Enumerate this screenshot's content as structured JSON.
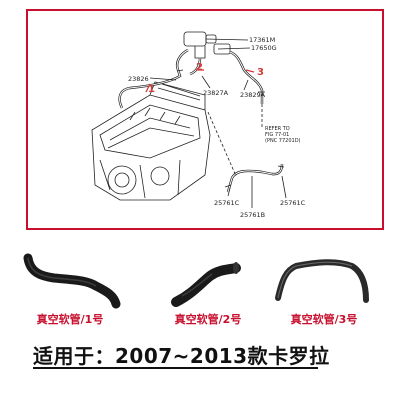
{
  "diagram": {
    "part_labels": {
      "p17361M": "17361M",
      "p17650G": "17650G",
      "p23826": "23826",
      "p23827A": "23827A",
      "p23829A": "23829A",
      "p25761C_left": "25761C",
      "p25761C_right": "25761C",
      "p25761B": "25761B"
    },
    "callouts": {
      "c1": "1",
      "c2": "2",
      "c3": "3"
    },
    "refer_note": {
      "line1": "REFER TO",
      "line2": "FIG 77-01",
      "line3": "(PNC 77201D)"
    }
  },
  "products": [
    {
      "caption": "真空软管/1号"
    },
    {
      "caption": "真空软管/2号"
    },
    {
      "caption": "真空软管/3号"
    }
  ],
  "footer": {
    "text": "适用于：2007~2013款卡罗拉"
  },
  "colors": {
    "accent": "#c8102e",
    "hose": "#1a1a1a",
    "line": "#222222",
    "callout": "#d33a3a"
  }
}
